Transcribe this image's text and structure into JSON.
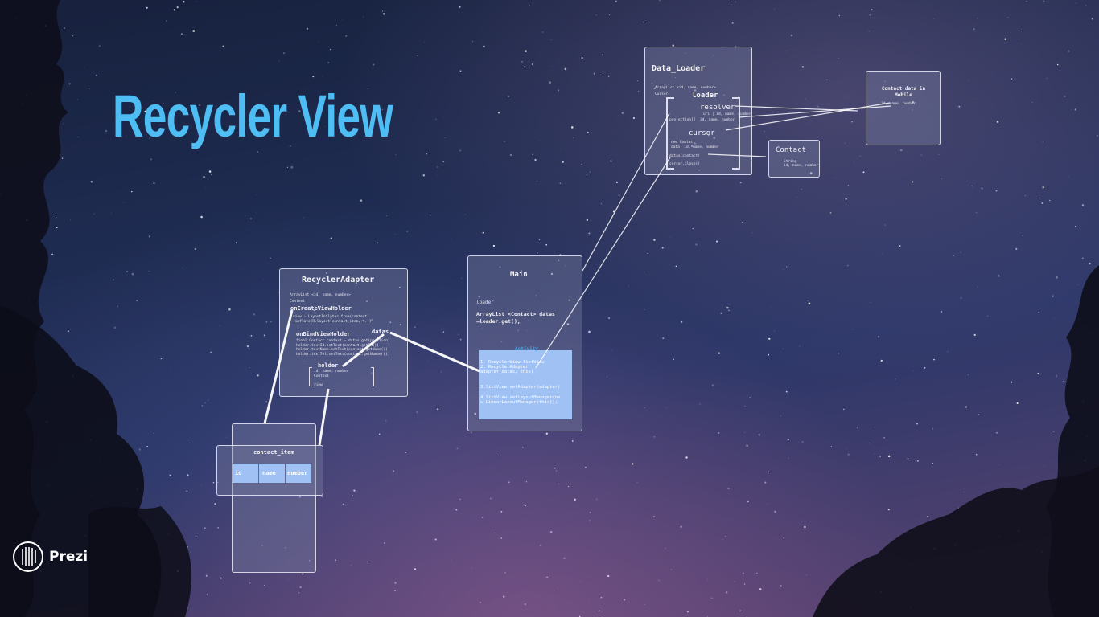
{
  "title": "Recycler View",
  "brand": {
    "name": "Prezi",
    "icon": "prezi-logo-icon"
  },
  "colors": {
    "title": "#4dbdf3",
    "highlight": "#9fc1f4",
    "card": "#787da0",
    "line": "#ffffff"
  },
  "data_loader": {
    "title": "Data_Loader",
    "line1": "ArrayList <id, name, number>",
    "line2": "Cursor",
    "loader": "loader",
    "resolver": "resolver",
    "resolver_sub": "uri | id, name, number",
    "projection": "projection[]  id, name, number",
    "cursor": "cursor",
    "cursor_sub1": "new Contact",
    "cursor_sub2": "data  id, name, number",
    "datas": "datas(contact)",
    "close": "cursor.close()"
  },
  "contact_data": {
    "title": "Contact data in Mobile",
    "sub": "id, name, number"
  },
  "contact": {
    "title": "Contact",
    "sub1": "id, name, number",
    "sub2": "String"
  },
  "main": {
    "title": "Main",
    "loader": "loader",
    "code1": "ArrayList <Contact> datas",
    "code2": "=loader.get();",
    "activity": "Activity",
    "step1a": "1. RecyclerView listView",
    "step1b": "2. RecyclerAdapter",
    "step1c": "adapter(datas, this)",
    "step3": "3.listView.setAdapter(adapter)",
    "step4a": "4.listView.setLayoutManager(ne",
    "step4b": "w LinearLayoutManager(this));"
  },
  "recycler_adapter": {
    "title": "RecyclerAdapter",
    "tiny1": "ArrayList <id, name, number>",
    "tiny2": "Context",
    "on_create": "onCreateViewHolder",
    "create_code": "view = LayoutInflater.from(context)\n.inflate(R.layout.contact_item, ...)",
    "on_bind": "onBindViewHolder",
    "bind_code": "final Contact contact = datas.get(position)\nholder.textId.setText(contact.getId())\nholder.textName.setText(contact.getName())\nholder.textTel.setText(contact.getNumber())",
    "datas": "datas",
    "holder": "holder",
    "holder_code": "id, name, number\nContext\n\nview"
  },
  "contact_item": {
    "title": "contact_item",
    "columns": [
      "id",
      "name",
      "number"
    ]
  }
}
